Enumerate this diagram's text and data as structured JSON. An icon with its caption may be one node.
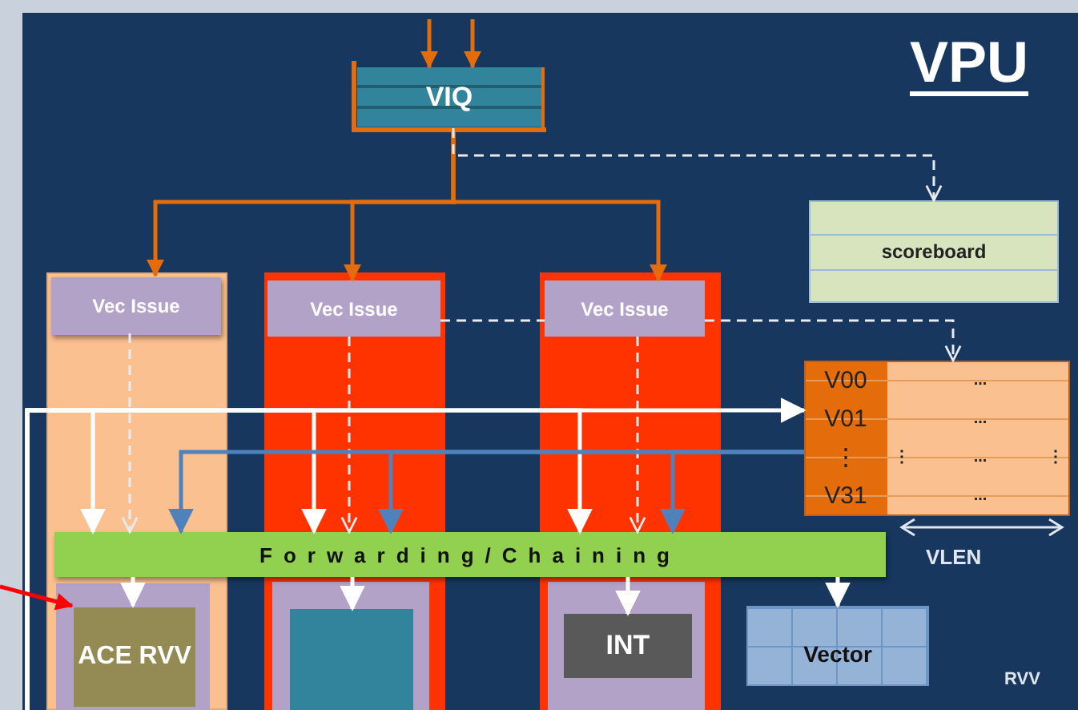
{
  "diagram": {
    "title": "VPU",
    "nodes": [
      {
        "text": [
          "VIQ"
        ]
      },
      {
        "text": [
          "scoreboard"
        ]
      },
      {
        "text": [],
        "shape": "box"
      },
      {
        "text": [
          "Vec Issue"
        ],
        "in": 2
      },
      {
        "text": [],
        "shape": "box"
      },
      {
        "text": [
          "Vec Issue"
        ],
        "in": 4
      },
      {
        "text": [],
        "shape": "box"
      },
      {
        "text": [
          "Vec Issue"
        ],
        "in": 6
      },
      {
        "text": [
          "V00",
          "...",
          "V01",
          "...",
          "⋮",
          "⋮",
          "...",
          "⋮",
          "V31",
          "..."
        ]
      },
      {
        "text": [
          "Forwarding/Chaining"
        ]
      },
      {
        "text": [],
        "shape": "box",
        "in": 2
      },
      {
        "text": [
          "ACE RVV"
        ],
        "in": 10
      },
      {
        "text": [],
        "shape": "box",
        "in": 4
      },
      {
        "text": [],
        "shape": "box",
        "in": 12
      },
      {
        "text": [],
        "shape": "box",
        "in": 6
      },
      {
        "text": [
          "INT"
        ],
        "in": 14
      },
      {
        "text": [
          "Vector"
        ]
      }
    ],
    "edges": [
      {
        "from": null,
        "to": 0,
        "arrow": "to",
        "color": "#e46c0a"
      },
      {
        "from": null,
        "to": 0,
        "arrow": "to",
        "color": "#e46c0a"
      },
      {
        "from": 0,
        "to": 3,
        "arrow": "to",
        "color": "#e46c0a"
      },
      {
        "from": 0,
        "to": 5,
        "arrow": "to",
        "color": "#e46c0a"
      },
      {
        "from": 0,
        "to": 7,
        "arrow": "to",
        "color": "#e46c0a"
      },
      {
        "from": 0,
        "to": 1,
        "arrow": "to",
        "style": "dashed"
      },
      {
        "from": 5,
        "to": 7,
        "arrow": "none",
        "style": "dashed"
      },
      {
        "from": 7,
        "to": 8,
        "arrow": "to",
        "style": "dashed"
      },
      {
        "from": 3,
        "to": 9,
        "arrow": "to",
        "style": "dashed"
      },
      {
        "from": 5,
        "to": 9,
        "arrow": "to",
        "style": "dashed"
      },
      {
        "from": 7,
        "to": 9,
        "arrow": "to",
        "style": "dashed"
      },
      {
        "from": null,
        "to": 8,
        "arrow": "to"
      },
      {
        "from": null,
        "to": 9,
        "arrow": "to"
      },
      {
        "from": null,
        "to": 9,
        "arrow": "to"
      },
      {
        "from": null,
        "to": 9,
        "arrow": "to"
      },
      {
        "from": 8,
        "to": 9,
        "arrow": "to",
        "color": "#4f81bd"
      },
      {
        "from": 8,
        "to": 9,
        "arrow": "to",
        "color": "#4f81bd"
      },
      {
        "from": 8,
        "to": 9,
        "arrow": "to",
        "color": "#4f81bd"
      },
      {
        "from": 9,
        "to": 11,
        "arrow": "to"
      },
      {
        "from": 9,
        "to": 13,
        "arrow": "to"
      },
      {
        "from": 9,
        "to": 15,
        "arrow": "to"
      },
      {
        "from": 9,
        "to": 16,
        "arrow": "to"
      },
      {
        "from": null,
        "to": 11,
        "arrow": "to",
        "color": "#ff0000"
      }
    ],
    "labels": [
      "VLEN",
      "RVV"
    ]
  }
}
